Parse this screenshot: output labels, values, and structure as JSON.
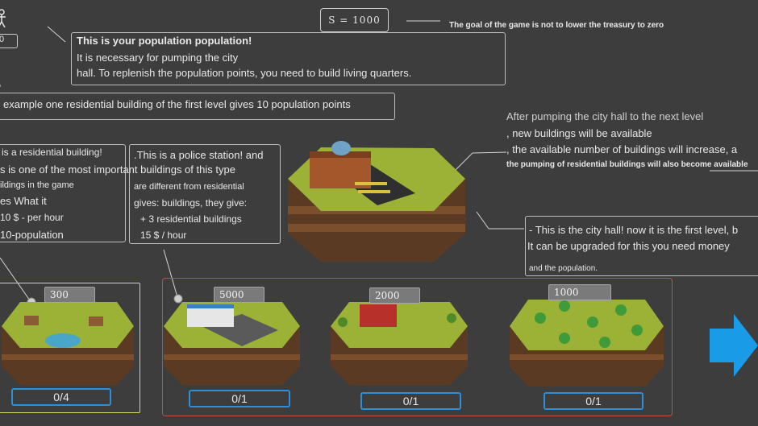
{
  "treasury": {
    "label": "S = 1000"
  },
  "population": {
    "value": "0"
  },
  "goal_text": "The goal of the game is not to lower the treasury to zero",
  "population_tip": {
    "line1": "This is your population population!",
    "line2": "It is necessary for pumping the city",
    "line3": "hall. To replenish the population points, you need to build living quarters."
  },
  "example_tip": "example one residential building of the first level gives 10 population points",
  "upgrade_tip": {
    "line1": "After pumping the city hall to the next level",
    "line2": ", new buildings will be available",
    "line3": ", the available number of buildings will increase, a",
    "line4": "the pumping of residential buildings will also become available"
  },
  "residential_tip": {
    "line1": "is a residential building!",
    "line2": "s is one of the most important buildings of this type",
    "line3": "ildings in the game",
    "line4": "es What it",
    "line5": "10 $ - per hour",
    "line6": "10-population"
  },
  "police_tip": {
    "line1": ".This is a police station! and",
    "line2": "",
    "line3": "are different from residential",
    "line4": "gives: buildings, they give:",
    "line5": "+ 3 residential buildings",
    "line6": "15 $ / hour"
  },
  "cityhall_tip": {
    "line1": "- This is the city hall! now it is the first level, b",
    "line2": "It can be upgraded for this you need money",
    "line3": "and the population."
  },
  "cards": [
    {
      "name": "residential",
      "price": "300",
      "count": "0/4"
    },
    {
      "name": "police",
      "price": "5000",
      "count": "0/1"
    },
    {
      "name": "farm",
      "price": "2000",
      "count": "0/1"
    },
    {
      "name": "forest",
      "price": "1000",
      "count": "0/1"
    }
  ],
  "colors": {
    "background": "#3d3d3d",
    "grass": "#9bb236",
    "soil": "#6b4326",
    "highlight_yellow": "#d8d86a",
    "highlight_red": "#c84a4a",
    "count_border": "#2d8fd8",
    "next_arrow": "#1a9be8"
  },
  "icons": [
    "person-icon",
    "next-arrow-icon"
  ]
}
